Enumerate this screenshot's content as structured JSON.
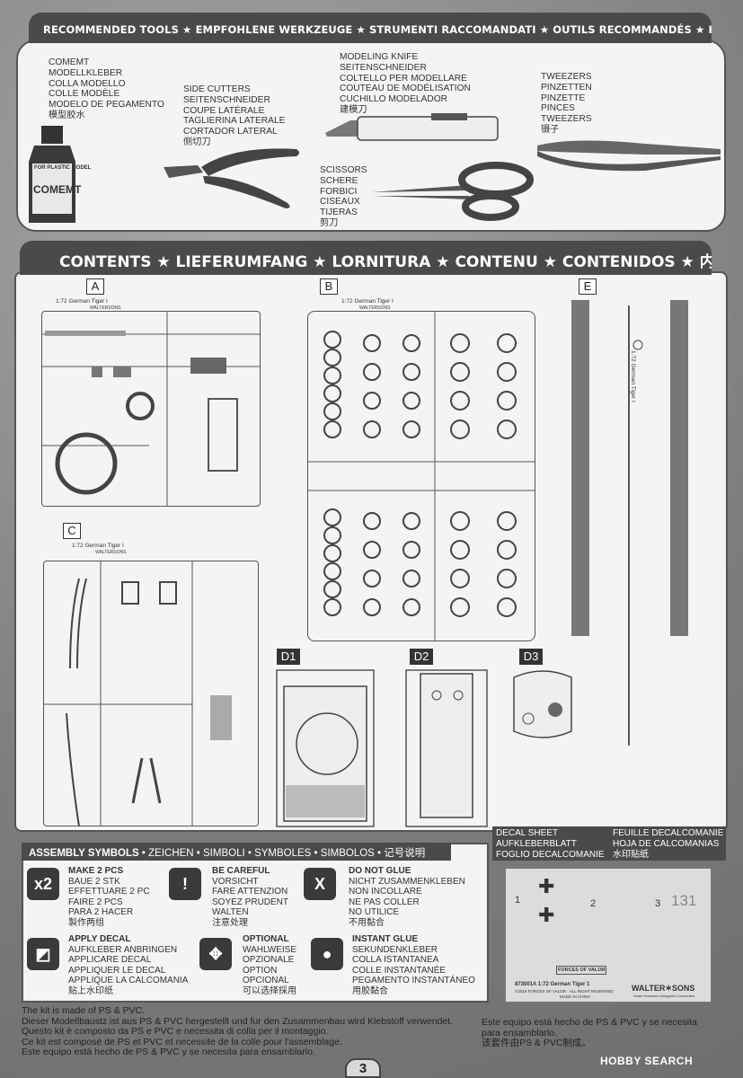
{
  "tools_header": "RECOMMENDED TOOLS ★ EMPFOHLENE WERKZEUGE ★ STRUMENTI RACCOMANDATI ★ OUTILS RECOMMANDÉS ★ HERRAMIENTAS RECOMENDADAS ★推荐工具",
  "tools": {
    "cement": [
      "COMEMT",
      "MODELLKLEBER",
      "COLLA MODELLO",
      "COLLE MODÈLE",
      "MODELO DE PEGAMENTO",
      "模型胶水"
    ],
    "cement_bottle_small": "FOR PLASTIC MODEL",
    "cement_bottle_big": "COMEMT",
    "side_cutters": [
      "SIDE CUTTERS",
      "SEITENSCHNEIDER",
      "COUPE LATÉRALE",
      "TAGLIERINA LATERALE",
      "CORTADOR LATERAL",
      "侧切刀"
    ],
    "knife": [
      "MODELING KNIFE",
      "SEITENSCHNEIDER",
      "COLTELLO PER MODELLARE",
      "COUTEAU DE MODÉLISATION",
      "CUCHILLO MODELADOR",
      "建模刀"
    ],
    "scissors": [
      "SCISSORS",
      "SCHERE",
      "FORBICI",
      "CISEAUX",
      "TIJERAS",
      "剪刀"
    ],
    "tweezers": [
      "TWEEZERS",
      "PINZETTEN",
      "PINZETTE",
      "PINCES",
      "TWEEZERS",
      "镊子"
    ]
  },
  "contents_header": "CONTENTS ★ LIEFERUMFANG ★ LORNITURA ★ CONTENU ★ CONTENIDOS ★ 内容物",
  "sprues": {
    "a": "A",
    "b": "B",
    "c": "C",
    "e": "E",
    "d1": "D1",
    "d2": "D2",
    "d3": "D3",
    "a_tag": "1:72 German Tiger I",
    "b_tag": "1:72 German Tiger I",
    "c_tag": "1:72 German Tiger I",
    "e_tag": "1:72 German Tiger I",
    "brand_tag": "WALTERSONS"
  },
  "assembly_header": {
    "bold": "ASSEMBLY SYMBOLS",
    "rest": " • ZEICHEN • SIMBOLI • SYMBOLES • SIMBOLOS • 记号说明"
  },
  "symbols": {
    "x2_icon": "x2",
    "make2": [
      "MAKE 2 PCS",
      "BAUE 2 STK",
      "EFFETTUARE 2 PC",
      "FAIRE 2 PCS",
      "PARA 2 HACER",
      "製作两组"
    ],
    "careful": [
      "BE CAREFUL",
      "VORSICHT",
      "FARE ATTENZION",
      "SOYEZ PRUDENT",
      "WALTEN",
      "注意处理"
    ],
    "noglue": [
      "DO NOT GLUE",
      "NICHT ZUSAMMENKLEBEN",
      "NON INCOLLARE",
      "NE PAS COLLER",
      "NO UTILICE",
      "不用黏合"
    ],
    "decal": [
      "APPLY DECAL",
      "AUFKLEBER ANBRINGEN",
      "APPLICARE DECAL",
      "APPLIQUER LE DECAL",
      "APPLIQUE LA CALCOMANIA",
      "贴上水印纸"
    ],
    "optional": [
      "OPTIONAL",
      "WAHLWEISE",
      "OPZIONALE",
      "OPTION",
      "OPCIONAL",
      "可以选择採用"
    ],
    "instant": [
      "INSTANT GLUE",
      "SEKUNDENKLEBER",
      "COLLA ISTANTANEA",
      "COLLE INSTANTANÉE",
      "PEGAMENTO INSTANTÁNEO",
      "用胶黏合"
    ]
  },
  "decal_header": {
    "left": [
      "DECAL SHEET",
      "AUFKLEBERBLATT",
      "FOGLIO DECALCOMANIE"
    ],
    "right": [
      "FEUILLE DECALCOMANIE",
      "HOJA DE CALCOMANIAS",
      "水印贴纸"
    ]
  },
  "decal_sheet": {
    "n1": "1",
    "n2": "2",
    "n3": "3",
    "big": "131",
    "badge": "FORCES OF VALOR",
    "code": "873001A  1:72 German Tiger 1",
    "copyright": "©2016 FORCES OF VALOR · ALL RIGHT RESERVED",
    "made": "MADE IN CHINA",
    "brand": "WALTER✶SONS",
    "brand_sub": "Share Solutions Alongside Consumers"
  },
  "footer_left": [
    "The kit is made of PS & PVC.",
    "Dieser Modellbaustz ist aus PS & PVC hergestellt und fur den Zusammenbau wird Klebstoff verwendet.",
    "Questo kit è composto da PS e PVC e necessita di colla per il montaggio.",
    "Ce kit est composé de PS et PVC et necessite de la colle pour l'assemblage.",
    "Este equipo está hecho de PS & PVC y se necesita para ensamblarlo."
  ],
  "footer_right": [
    "Este equipo está hecho de PS & PVC y se necesita",
    "para ensamblarlo.",
    "该套件由PS & PVC制成。"
  ],
  "page_number": "3",
  "watermark": "HOBBY SEARCH"
}
